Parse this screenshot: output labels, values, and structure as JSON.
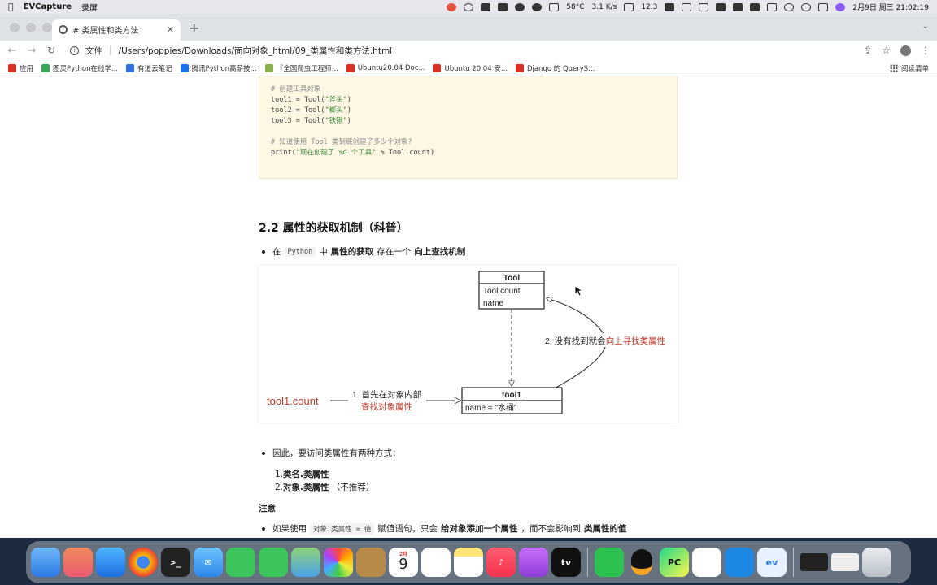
{
  "menubar": {
    "app_name": "EVCapture",
    "menu_item": "录屏",
    "temp": "58°C",
    "net": "3.1 K/s",
    "battery_pct": "12.3",
    "datetime": "2月9日 周三 21:02:19"
  },
  "browser": {
    "tab_title": "# 类属性和类方法",
    "url_scheme": "文件",
    "url_path": "/Users/poppies/Downloads/面向对象_html/09_类属性和类方法.html",
    "bookmarks": [
      {
        "label": "应用",
        "color": "#d93025"
      },
      {
        "label": "图灵Python在线学...",
        "color": "#34a853"
      },
      {
        "label": "有道云笔记",
        "color": "#2f6fde"
      },
      {
        "label": "腾讯Python高薪技...",
        "color": "#1a73e8"
      },
      {
        "label": "『全国爬虫工程师...",
        "color": "#8ab04c"
      },
      {
        "label": "Ubuntu20.04 Doc...",
        "color": "#d93025"
      },
      {
        "label": "Ubuntu 20.04 安...",
        "color": "#d93025"
      },
      {
        "label": "Django 的 QueryS...",
        "color": "#d93025"
      }
    ],
    "reading_list": "阅读清单"
  },
  "page": {
    "code": {
      "comment1": "# 创建工具对象",
      "line1_prefix": "tool1 = Tool(",
      "line1_str": "\"斧头\"",
      "line2_prefix": "tool2 = Tool(",
      "line2_str": "\"榔头\"",
      "line3_prefix": "tool3 = Tool(",
      "line3_str": "\"铁锹\"",
      "close_paren": ")",
      "comment2": "# 知道使用 Tool 类到底创建了多少个对象?",
      "print_prefix": "print(",
      "print_str": "\"现在创建了 %d 个工具\"",
      "print_suffix": " % Tool.count)"
    },
    "heading": "2.2 属性的获取机制（科普）",
    "bullet1": {
      "pre": "在",
      "code": "Python",
      "mid": "中",
      "bold1": "属性的获取",
      "mid2": "存在一个",
      "bold2": "向上查找机制"
    },
    "diagram": {
      "tool_title": "Tool",
      "tool_attr1": "Tool.count",
      "tool_attr2": "name",
      "step2_black": "2. 没有找到就会",
      "step2_red": "向上寻找类属性",
      "start_label": "tool1.count",
      "step1_line1": "1. 首先在对象内部",
      "step1_line2": "查找对象属性",
      "obj_title": "tool1",
      "obj_attr": "name = \"水桶\""
    },
    "bullet2": "因此，要访问类属性有两种方式：",
    "list": [
      {
        "num": "1.",
        "bold": "类名.类属性",
        "extra": ""
      },
      {
        "num": "2.",
        "bold": "对象.类属性",
        "extra": "（不推荐）"
      }
    ],
    "note_title": "注意",
    "bullet3": {
      "pre": "如果使用",
      "code": "对象.类属性 = 值",
      "mid": "赋值语句，只会",
      "bold1": "给对象添加一个属性",
      "mid2": "，而不会影响到",
      "bold2": "类属性的值"
    }
  },
  "dock": {
    "calendar_month": "2月",
    "calendar_day": "9",
    "apps": [
      "Finder",
      "Launchpad",
      "Safari",
      "Chrome",
      "Terminal",
      "Mail",
      "FaceTime",
      "Messages",
      "Maps",
      "Photos",
      "Contacts",
      "Calendar",
      "Reminders",
      "Notes",
      "Music",
      "Podcasts",
      "TV",
      "WeChat",
      "QQ",
      "PyCharm",
      "Baidu Netdisk",
      "VS Code",
      "EVCapture"
    ]
  }
}
